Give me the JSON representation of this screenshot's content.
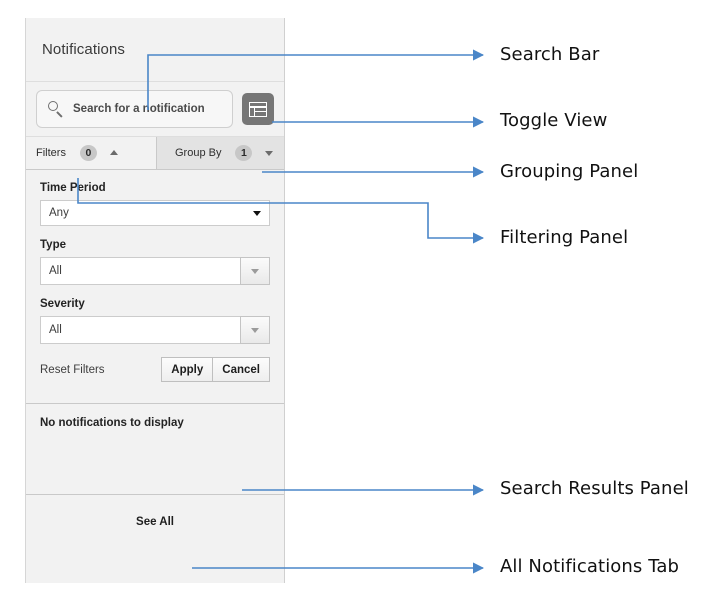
{
  "widget": {
    "header": {
      "title": "Notifications"
    },
    "search": {
      "placeholder": "Search for a notification",
      "icon": "search-icon",
      "toggle_icon": "toggle-view-icon"
    },
    "tabs": [
      {
        "label": "Filters",
        "badge": "0",
        "caret": "up",
        "active": true
      },
      {
        "label": "Group By",
        "badge": "1",
        "caret": "down",
        "active": false
      }
    ],
    "filters": {
      "fields": [
        {
          "label": "Time Period",
          "value": "Any",
          "style": "plain"
        },
        {
          "label": "Type",
          "value": "All",
          "style": "split"
        },
        {
          "label": "Severity",
          "value": "All",
          "style": "split"
        }
      ],
      "reset_label": "Reset Filters",
      "apply_label": "Apply",
      "cancel_label": "Cancel"
    },
    "results": {
      "empty_text": "No notifications to display"
    },
    "footer": {
      "see_all_label": "See All"
    }
  },
  "annotations": [
    {
      "id": "search-bar",
      "label": "Search Bar"
    },
    {
      "id": "toggle-view",
      "label": "Toggle View"
    },
    {
      "id": "grouping-panel",
      "label": "Grouping Panel"
    },
    {
      "id": "filtering-panel",
      "label": "Filtering Panel"
    },
    {
      "id": "search-results-panel",
      "label": "Search Results Panel"
    },
    {
      "id": "all-notifications-tab",
      "label": "All Notifications Tab"
    }
  ],
  "colors": {
    "annotation_line": "#4a86c8",
    "panel_bg": "#f2f2f2",
    "toggle_button": "#767676"
  }
}
